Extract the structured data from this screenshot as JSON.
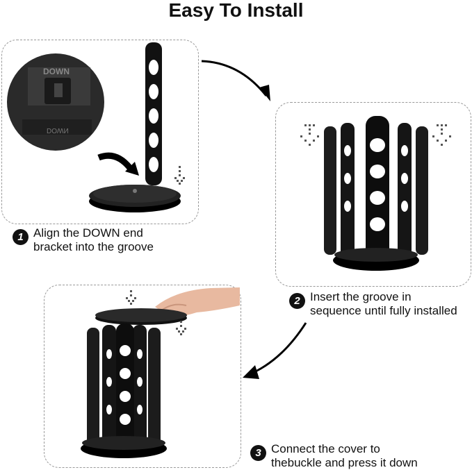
{
  "title": "Easy To Install",
  "inset_labels": {
    "top": "DOWN",
    "bottom": "DOWN"
  },
  "steps": [
    {
      "number": "1",
      "lines": [
        "Align the DOWN end",
        "bracket into the groove"
      ]
    },
    {
      "number": "2",
      "lines": [
        "Insert the groove in",
        "sequence until fully installed"
      ]
    },
    {
      "number": "3",
      "lines": [
        "Connect the cover to",
        "thebuckle and press it down"
      ]
    }
  ],
  "colors": {
    "product": "#111111",
    "panel_border": "#999999",
    "arrow": "#000000",
    "hand": "#e8b9a0"
  }
}
